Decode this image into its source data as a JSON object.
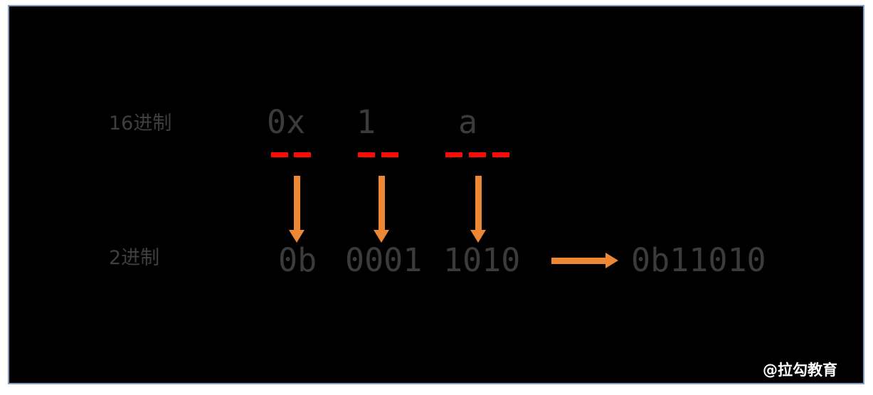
{
  "figure": {
    "background_color": "#000000",
    "frame_color": "#7e9cc4",
    "text_color": "#3b3b3b",
    "dash_color": "#fb0a06",
    "arrow_color": "#ed8733",
    "watermark_color": "#ffffff",
    "watermark": "@拉勾教育"
  },
  "rows": {
    "hex": {
      "label": "16进制",
      "prefix": "0x",
      "digits": [
        "1",
        "a"
      ]
    },
    "binary": {
      "label": "2进制",
      "prefix": "0b",
      "groups": [
        "0001",
        "1010"
      ]
    }
  },
  "result": {
    "value": "0b11010"
  },
  "groups": [
    {
      "name": "prefix-group",
      "source": "0x",
      "target": "0b",
      "dash_count": 2
    },
    {
      "name": "nibble-group-1",
      "source": "1",
      "target": "0001",
      "dash_count": 2
    },
    {
      "name": "nibble-group-2",
      "source": "a",
      "target": "1010",
      "dash_count": 3
    }
  ]
}
